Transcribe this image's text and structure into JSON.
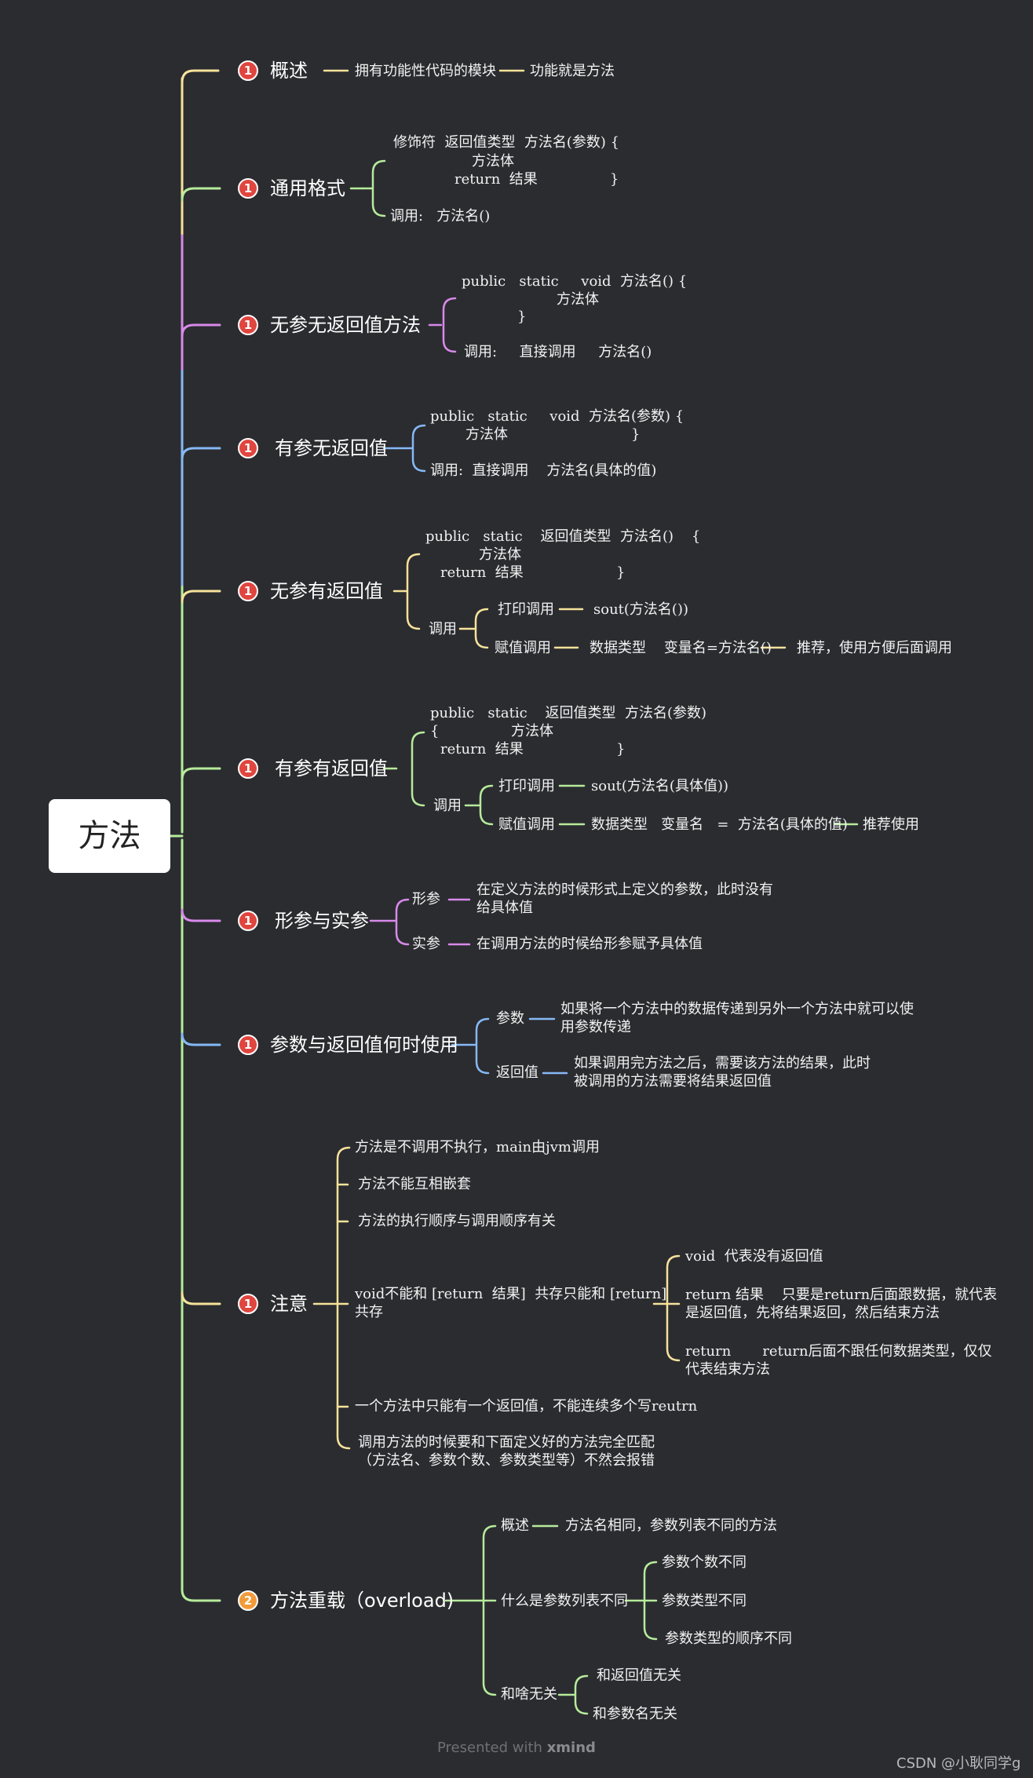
{
  "root": "方法",
  "colors": {
    "yellow": "#f6e29a",
    "green": "#b6eb9b",
    "purple": "#d889ea",
    "blue": "#86b8f5",
    "badge_red": "#e0453f",
    "badge_orange": "#f39b3a"
  },
  "branches": [
    {
      "badge": "1",
      "label": "概述",
      "items": [
        "拥有功能性代码的模块",
        "功能就是方法"
      ]
    },
    {
      "badge": "1",
      "label": "通用格式",
      "code": [
        "修饰符  返回值类型  方法名(参数) {",
        "方法体",
        "return  结果",
        "}"
      ],
      "call": "调用:   方法名()"
    },
    {
      "badge": "1",
      "label": "无参无返回值方法",
      "code": [
        "public   static     void  方法名() {",
        "方法体",
        "}"
      ],
      "call": "调用:     直接调用     方法名()"
    },
    {
      "badge": "1",
      "label": "有参无返回值",
      "code": [
        "public   static     void  方法名(参数) {",
        "方法体",
        "}"
      ],
      "call": "调用:  直接调用    方法名(具体的值)"
    },
    {
      "badge": "1",
      "label": "无参有返回值",
      "code": [
        "public   static    返回值类型  方法名()    {",
        "方法体",
        "return  结果",
        "}"
      ],
      "call_label": "调用",
      "calls": [
        {
          "label": "打印调用",
          "value": "sout(方法名())"
        },
        {
          "label": "赋值调用",
          "value": "数据类型    变量名=方法名()",
          "note": "推荐，使用方便后面调用"
        }
      ]
    },
    {
      "badge": "1",
      "label": "有参有返回值",
      "code": [
        "public   static    返回值类型  方法名(参数)",
        "{",
        "方法体",
        "return  结果",
        "}"
      ],
      "call_label": "调用",
      "calls": [
        {
          "label": "打印调用",
          "value": "sout(方法名(具体值))"
        },
        {
          "label": "赋值调用",
          "value": "数据类型   变量名   =  方法名(具体的值)",
          "note": "推荐使用"
        }
      ]
    },
    {
      "badge": "1",
      "label": "形参与实参",
      "items": [
        {
          "label": "形参",
          "desc": [
            "在定义方法的时候形式上定义的参数，此时没有",
            "给具体值"
          ]
        },
        {
          "label": "实参",
          "desc": [
            "在调用方法的时候给形参赋予具体值"
          ]
        }
      ]
    },
    {
      "badge": "1",
      "label": "参数与返回值何时使用",
      "items": [
        {
          "label": "参数",
          "desc": [
            "如果将一个方法中的数据传递到另外一个方法中就可以使",
            "用参数传递"
          ]
        },
        {
          "label": "返回值",
          "desc": [
            "如果调用完方法之后，需要该方法的结果，此时",
            "被调用的方法需要将结果返回值"
          ]
        }
      ]
    },
    {
      "badge": "1",
      "label": "注意",
      "items": [
        "方法是不调用不执行，main由jvm调用",
        "方法不能互相嵌套",
        "方法的执行顺序与调用顺序有关",
        [
          "void不能和 [return  结果]  共存只能和 [return]",
          "共存"
        ],
        "一个方法中只能有一个返回值，不能连续多个写reutrn",
        [
          "调用方法的时候要和下面定义好的方法完全匹配",
          "（方法名、参数个数、参数类型等）不然会报错"
        ]
      ],
      "void_sub": [
        "void  代表没有返回值",
        [
          "return 结果    只要是return后面跟数据，就代表",
          "是返回值，先将结果返回，然后结束方法"
        ],
        [
          "return       return后面不跟任何数据类型，仅仅",
          "代表结束方法"
        ]
      ]
    },
    {
      "badge": "2",
      "label": "方法重载（overload)",
      "overview_label": "概述",
      "overview": "方法名相同，参数列表不同的方法",
      "diff_label": "什么是参数列表不同",
      "diffs": [
        "参数个数不同",
        "参数类型不同",
        "参数类型的顺序不同"
      ],
      "unrelated_label": "和啥无关",
      "unrelated": [
        "和返回值无关",
        "和参数名无关"
      ]
    }
  ],
  "footer": {
    "prefix": "Presented with",
    "brand": "xmind"
  },
  "credit": "CSDN @小耿同学g"
}
